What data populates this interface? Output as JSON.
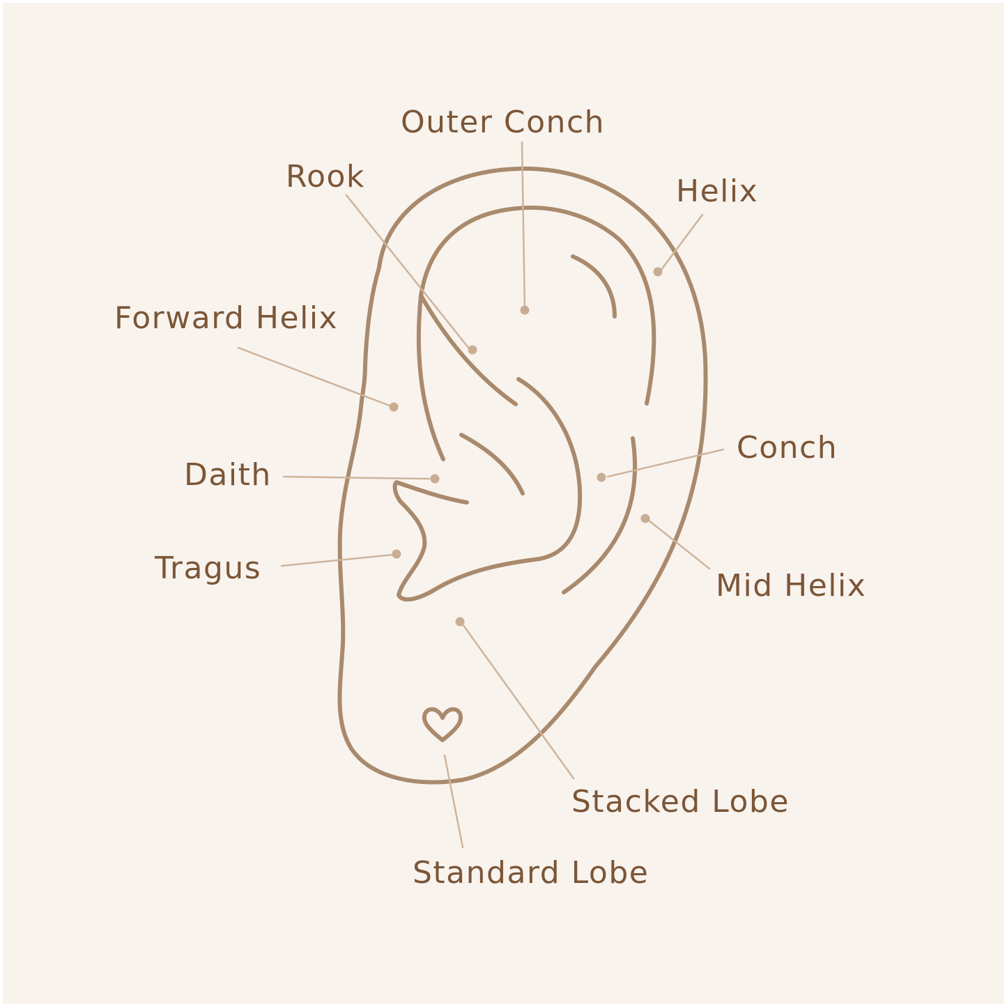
{
  "colors": {
    "background": "#f9f3ee",
    "outline": "#a98a6c",
    "leader": "#cdb49b",
    "dot": "#c9ad93",
    "label": "#7b5637"
  },
  "labels": {
    "outer_conch": "Outer Conch",
    "rook": "Rook",
    "helix": "Helix",
    "forward_helix": "Forward Helix",
    "daith": "Daith",
    "conch": "Conch",
    "tragus": "Tragus",
    "mid_helix": "Mid Helix",
    "stacked_lobe": "Stacked Lobe",
    "standard_lobe": "Standard Lobe"
  },
  "icons": {
    "standard_lobe_marker": "heart-icon"
  }
}
